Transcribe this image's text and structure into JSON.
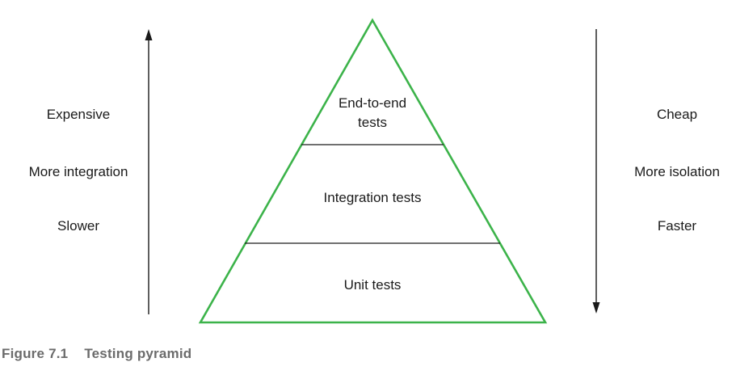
{
  "left_labels": [
    "Expensive",
    "More integration",
    "Slower"
  ],
  "right_labels": [
    "Cheap",
    "More isolation",
    "Faster"
  ],
  "pyramid": {
    "top_line1": "End-to-end",
    "top_line2": "tests",
    "middle": "Integration tests",
    "bottom": "Unit tests"
  },
  "caption": {
    "number": "Figure 7.1",
    "title": "Testing pyramid"
  },
  "colors": {
    "pyramid_outline": "#3cb34a",
    "divider": "#1a1a1a",
    "arrow": "#1a1a1a",
    "caption_text": "#6b6b6b"
  }
}
